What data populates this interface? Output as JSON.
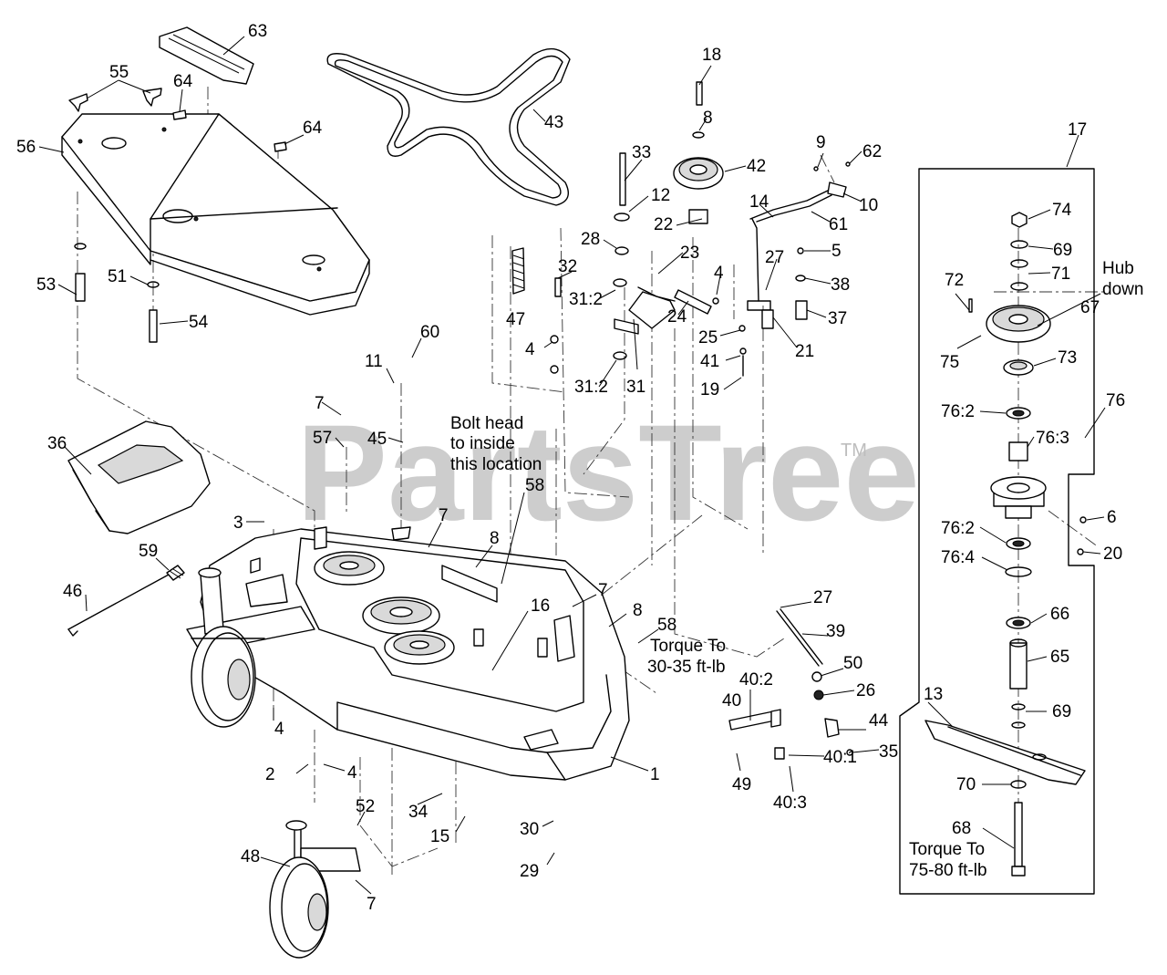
{
  "watermark": {
    "text": "PartsTree",
    "trademark": "TM"
  },
  "callouts": [
    "63",
    "55",
    "64",
    "64",
    "56",
    "53",
    "51",
    "54",
    "43",
    "18",
    "8",
    "42",
    "33",
    "12",
    "22",
    "28",
    "32",
    "31:2",
    "47",
    "4",
    "31:2",
    "31",
    "23",
    "24",
    "4",
    "25",
    "41",
    "19",
    "9",
    "62",
    "10",
    "14",
    "61",
    "27",
    "5",
    "38",
    "37",
    "21",
    "17",
    "74",
    "69",
    "71",
    "72",
    "67",
    "75",
    "73",
    "76",
    "76:2",
    "76:3",
    "6",
    "76:2",
    "20",
    "76:4",
    "66",
    "65",
    "69",
    "13",
    "70",
    "68",
    "11",
    "60",
    "7",
    "57",
    "45",
    "36",
    "3",
    "7",
    "8",
    "58",
    "59",
    "46",
    "7",
    "16",
    "8",
    "58",
    "27",
    "39",
    "50",
    "26",
    "40:2",
    "40",
    "44",
    "35",
    "40:1",
    "49",
    "40:3",
    "2",
    "4",
    "4",
    "52",
    "48",
    "7",
    "34",
    "15",
    "30",
    "29",
    "1"
  ],
  "notes": {
    "hub_down": [
      "Hub",
      "down"
    ],
    "bolt_head": [
      "Bolt head",
      "to inside",
      "this location"
    ],
    "torque_30": [
      "Torque To",
      "30-35 ft-lb"
    ],
    "torque_75": [
      "Torque To",
      "75-80 ft-lb"
    ]
  },
  "colors": {
    "line": "#000000",
    "watermark": "#bdbdbd",
    "background": "#ffffff"
  }
}
